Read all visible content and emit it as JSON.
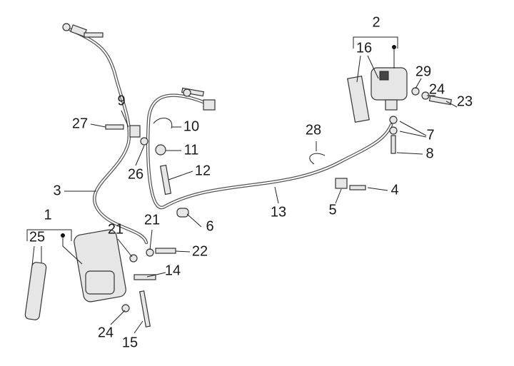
{
  "callouts": [
    "2",
    "16",
    "29",
    "24",
    "23",
    "7",
    "8",
    "28",
    "4",
    "5",
    "13",
    "9",
    "27",
    "10",
    "11",
    "26",
    "12",
    "3",
    "1",
    "25",
    "21",
    "21",
    "6",
    "22",
    "14",
    "24",
    "15"
  ]
}
